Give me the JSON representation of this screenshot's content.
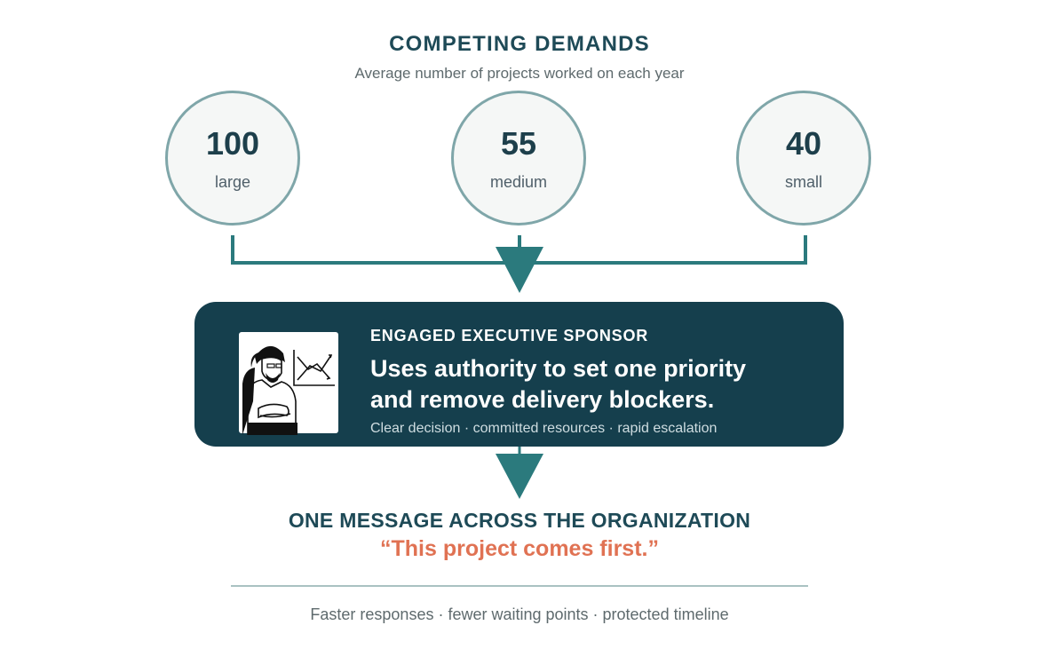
{
  "header": {
    "title": "COMPETING DEMANDS",
    "subtitle": "Average number of projects worked on each year"
  },
  "demands": [
    {
      "value": "100",
      "label": "large"
    },
    {
      "value": "55",
      "label": "medium"
    },
    {
      "value": "40",
      "label": "small"
    }
  ],
  "sponsor": {
    "kicker": "ENGAGED EXECUTIVE SPONSOR",
    "headline_line1": "Uses authority to set one priority",
    "headline_line2": "and remove delivery blockers.",
    "tags": "Clear decision · committed resources · rapid escalation"
  },
  "outcome": {
    "heading": "ONE MESSAGE ACROSS THE ORGANIZATION",
    "quote": "“This project comes first.”",
    "footer": "Faster responses · fewer waiting points · protected timeline"
  },
  "colors": {
    "teal_dark": "#153f4d",
    "teal_accent": "#2b7a7d",
    "circle_border": "#7fa6a9",
    "quote_orange": "#e07253"
  },
  "icons": [
    "executive-sponsor-illustration",
    "arrow-down-icon"
  ]
}
